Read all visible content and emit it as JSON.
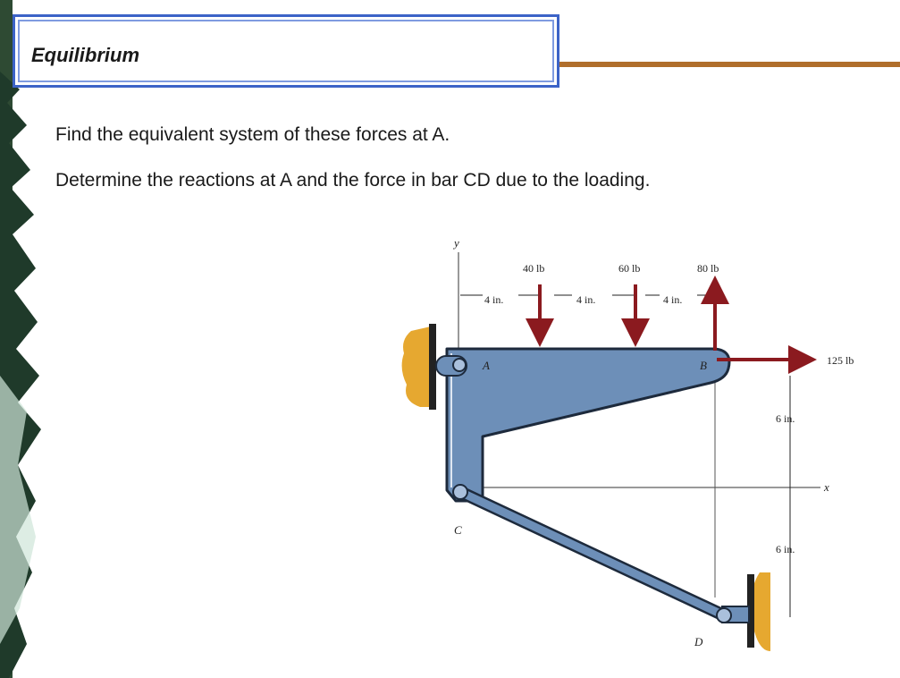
{
  "slide": {
    "title": "Equilibrium",
    "lines": [
      "Find the equivalent system of these forces at A.",
      "Determine the reactions at A and the force in bar CD due to the loading."
    ]
  },
  "figure": {
    "forces": [
      {
        "label": "40 lb",
        "direction": "down"
      },
      {
        "label": "60 lb",
        "direction": "down"
      },
      {
        "label": "80 lb",
        "direction": "up"
      },
      {
        "label": "125 lb",
        "direction": "right"
      }
    ],
    "dimensions": [
      "4 in.",
      "4 in.",
      "4 in.",
      "6 in.",
      "6 in."
    ],
    "points": [
      "A",
      "B",
      "C",
      "D"
    ],
    "axes": [
      "y",
      "x"
    ],
    "colors": {
      "member": "#6d8fb8",
      "arrow": "#8b1a1f",
      "support": "#e6a830",
      "title_border": "#3c63c7",
      "rule": "#b06e2b"
    }
  }
}
